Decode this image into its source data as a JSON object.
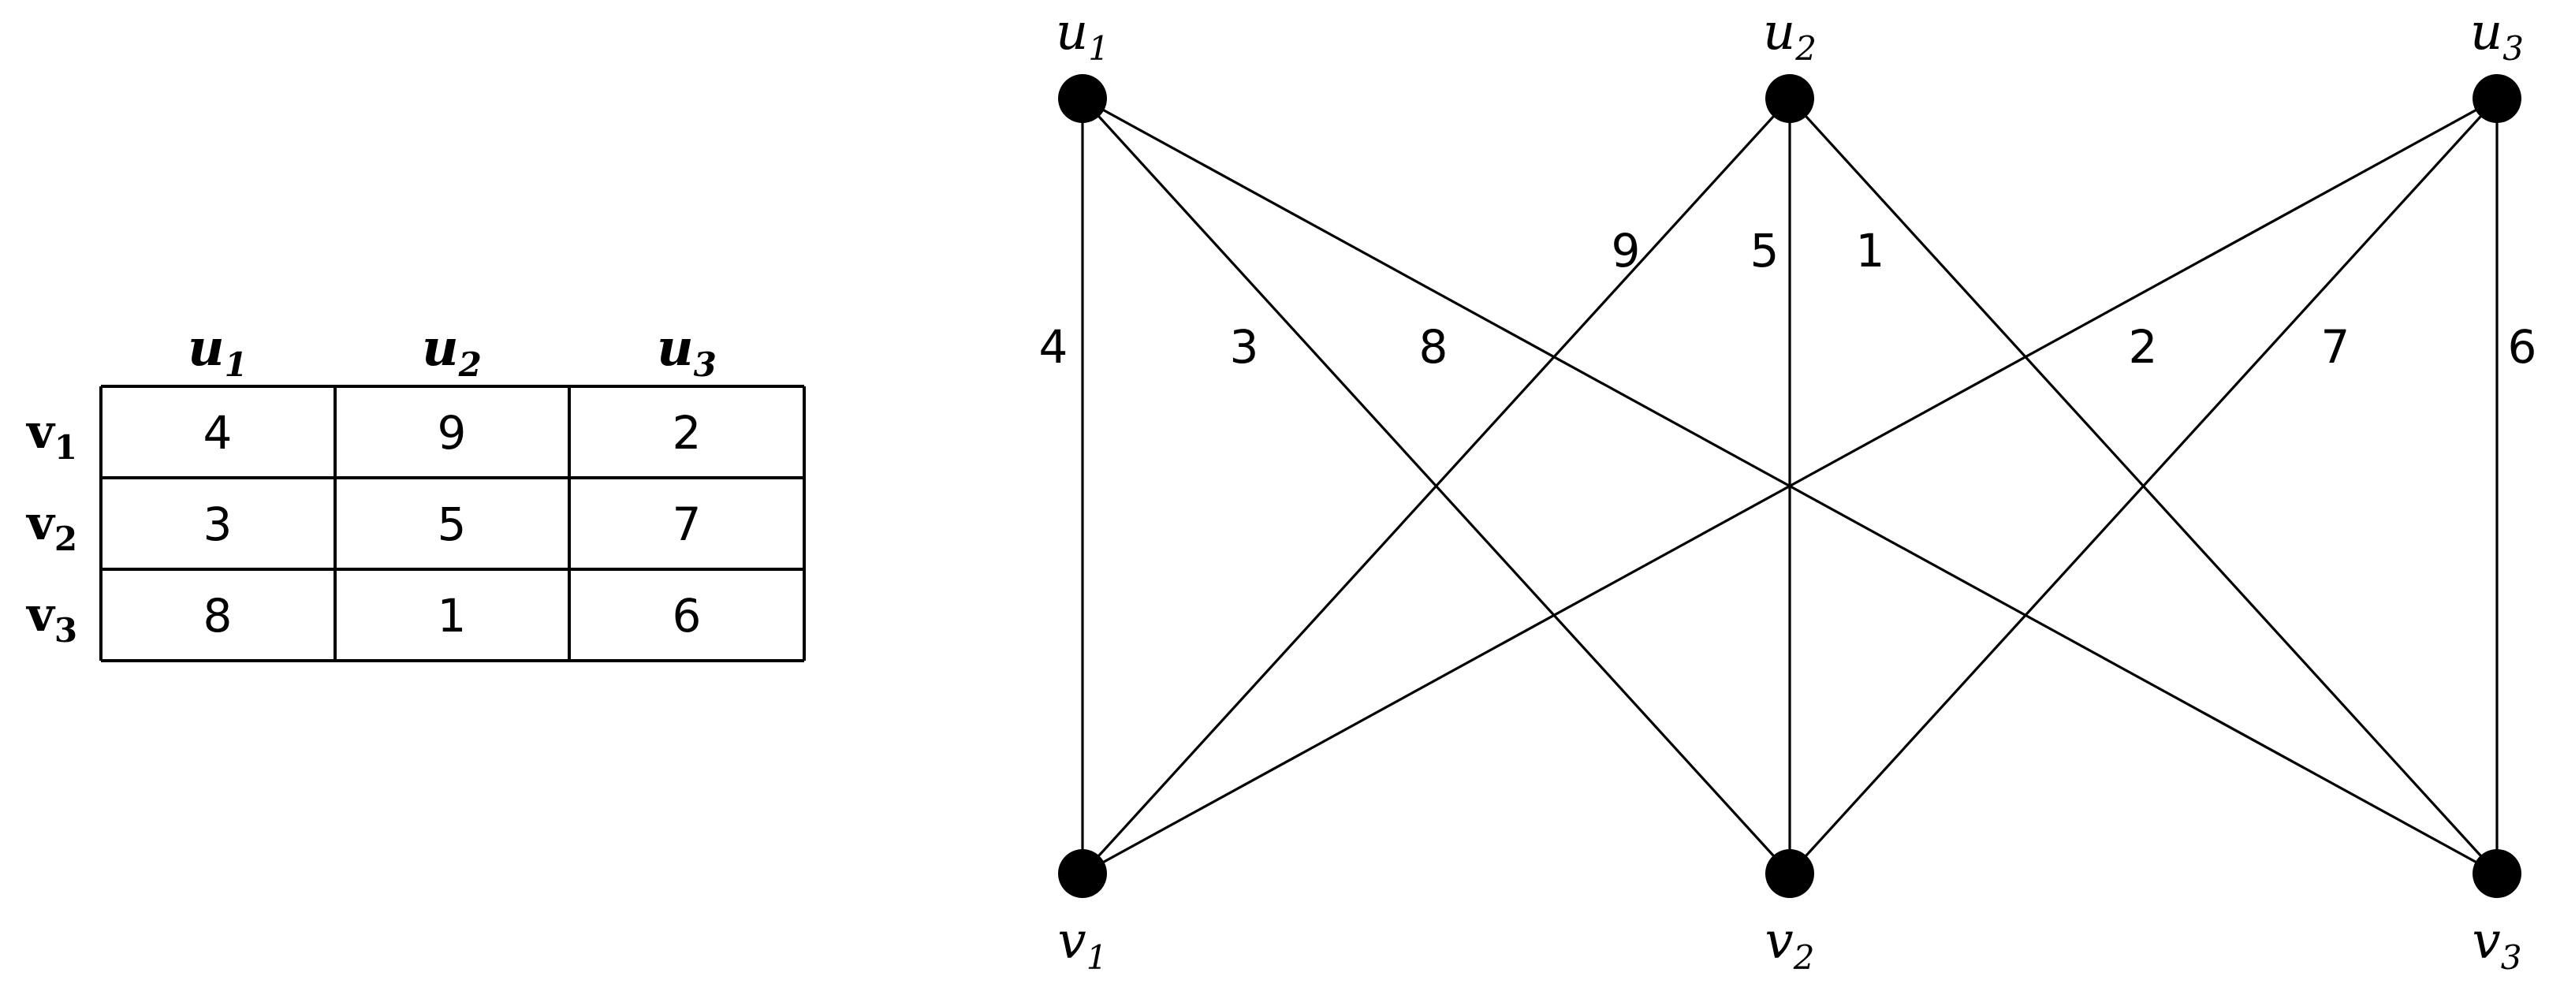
{
  "matrix": {
    "column_headers": [
      {
        "base": "u",
        "sub": "1"
      },
      {
        "base": "u",
        "sub": "2"
      },
      {
        "base": "u",
        "sub": "3"
      }
    ],
    "row_headers": [
      {
        "base": "v",
        "sub": "1"
      },
      {
        "base": "v",
        "sub": "2"
      },
      {
        "base": "v",
        "sub": "3"
      }
    ],
    "cells": [
      [
        "4",
        "9",
        "2"
      ],
      [
        "3",
        "5",
        "7"
      ],
      [
        "8",
        "1",
        "6"
      ]
    ]
  },
  "graph": {
    "top_nodes": [
      {
        "base": "u",
        "sub": "1"
      },
      {
        "base": "u",
        "sub": "2"
      },
      {
        "base": "u",
        "sub": "3"
      }
    ],
    "bottom_nodes": [
      {
        "base": "v",
        "sub": "1"
      },
      {
        "base": "v",
        "sub": "2"
      },
      {
        "base": "v",
        "sub": "3"
      }
    ],
    "edges": [
      {
        "from": "u1",
        "to": "v1",
        "weight": "4"
      },
      {
        "from": "u1",
        "to": "v2",
        "weight": "3"
      },
      {
        "from": "u1",
        "to": "v3",
        "weight": "8"
      },
      {
        "from": "u2",
        "to": "v1",
        "weight": "9"
      },
      {
        "from": "u2",
        "to": "v2",
        "weight": "5"
      },
      {
        "from": "u2",
        "to": "v3",
        "weight": "1"
      },
      {
        "from": "u3",
        "to": "v1",
        "weight": "2"
      },
      {
        "from": "u3",
        "to": "v2",
        "weight": "7"
      },
      {
        "from": "u3",
        "to": "v3",
        "weight": "6"
      }
    ]
  }
}
